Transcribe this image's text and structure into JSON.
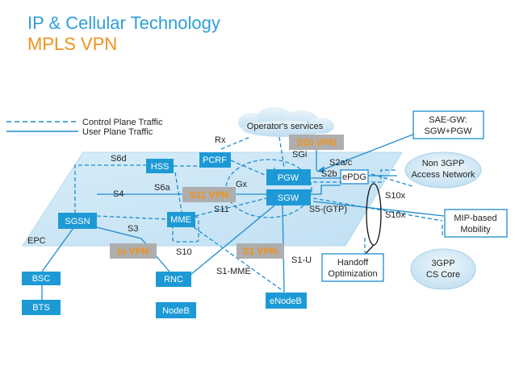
{
  "header": {
    "title": "IP & Cellular Technology",
    "subtitle": "MPLS VPN"
  },
  "legend": {
    "control": "Control Plane Traffic",
    "user": "User Plane Traffic"
  },
  "labels": {
    "epc": "EPC",
    "operator": "Operator's services"
  },
  "nodes": {
    "hss": "HSS",
    "pcrf": "PCRF",
    "pgw": "PGW",
    "sgw": "SGW",
    "epdg": "ePDG",
    "mme": "MME",
    "sgsn": "SGSN",
    "bsc": "BSC",
    "bts": "BTS",
    "rnc": "RNC",
    "nodeb": "NodeB",
    "enodeb": "eNodeB",
    "saegw_l1": "SAE-GW:",
    "saegw_l2": "SGW+PGW",
    "non3gpp_l1": "Non 3GPP",
    "non3gpp_l2": "Access Network",
    "mip_l1": "MIP-based",
    "mip_l2": "Mobility",
    "handoff_l1": "Handoff",
    "handoff_l2": "Optimization",
    "cs_l1": "3GPP",
    "cs_l2": "CS Core"
  },
  "interfaces": {
    "rx": "Rx",
    "sgi": "SGi",
    "s6d": "S6d",
    "s6a": "S6a",
    "gx": "Gx",
    "s2ac": "S2a/c",
    "s2b": "S2b",
    "s4": "S4",
    "s3": "S3",
    "s11": "S11",
    "s5": "S5-(GTP)",
    "s10x_1": "S10x",
    "s10x_2": "S10x",
    "s10": "S10",
    "s1u": "S1-U",
    "s1mme": "S1-MME"
  },
  "vpn_tags": {
    "sgi": "SGi VPN",
    "s11": "S11 VPN",
    "iu": "Iu VPN",
    "s1": "S1 VPN"
  },
  "colors": {
    "title": "#2e9fd6",
    "subtitle": "#f0921c",
    "node": "#1d9ad6",
    "line": "#1d8ccf",
    "vpn_bg": "#aeaeae",
    "vpn_text": "#f0921c",
    "plane": "#cfe8f7"
  }
}
